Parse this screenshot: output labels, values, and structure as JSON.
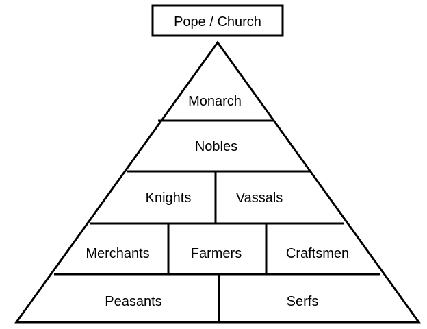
{
  "top_box": {
    "label": "Pope / Church"
  },
  "tiers": [
    {
      "cells": [
        "Monarch"
      ]
    },
    {
      "cells": [
        "Nobles"
      ]
    },
    {
      "cells": [
        "Knights",
        "Vassals"
      ]
    },
    {
      "cells": [
        "Merchants",
        "Farmers",
        "Craftsmen"
      ]
    },
    {
      "cells": [
        "Peasants",
        "Serfs"
      ]
    }
  ],
  "colors": {
    "stroke": "#000000",
    "background": "#ffffff"
  }
}
